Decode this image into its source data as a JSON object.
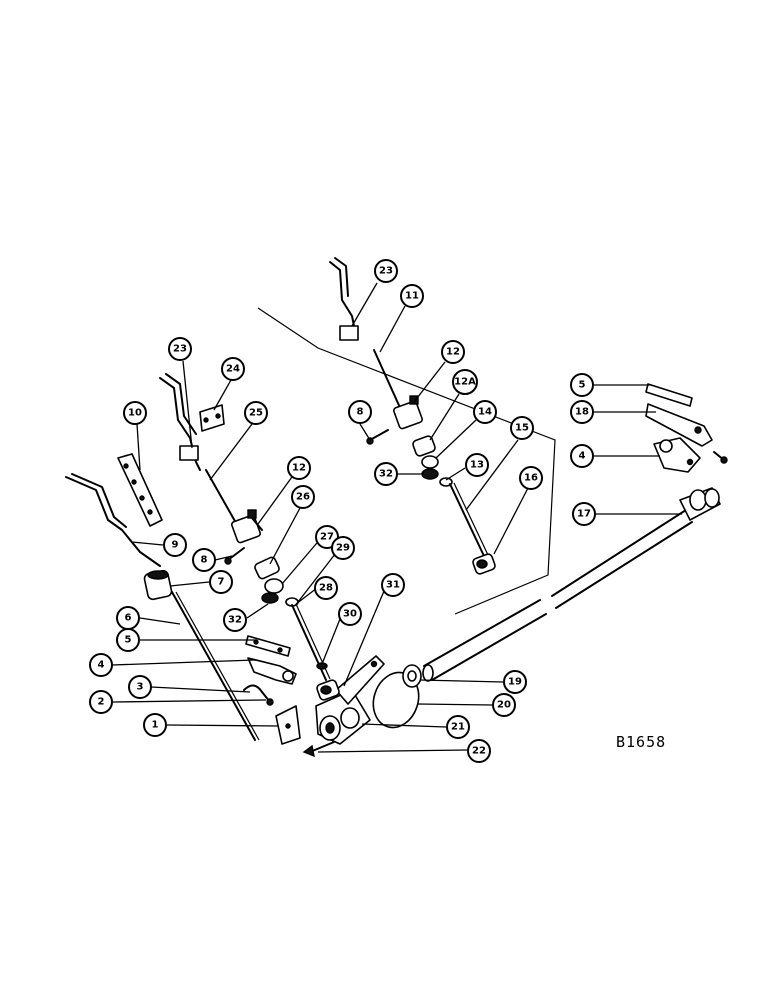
{
  "figure_code": "B1658",
  "callouts": [
    {
      "id": "c23a",
      "label": "23"
    },
    {
      "id": "c11",
      "label": "11"
    },
    {
      "id": "c12a",
      "label": "12"
    },
    {
      "id": "c12A",
      "label": "12A"
    },
    {
      "id": "c8a",
      "label": "8"
    },
    {
      "id": "c14",
      "label": "14"
    },
    {
      "id": "c15",
      "label": "15"
    },
    {
      "id": "c32a",
      "label": "32"
    },
    {
      "id": "c13",
      "label": "13"
    },
    {
      "id": "c16",
      "label": "16"
    },
    {
      "id": "c5a",
      "label": "5"
    },
    {
      "id": "c18",
      "label": "18"
    },
    {
      "id": "c4a",
      "label": "4"
    },
    {
      "id": "c17",
      "label": "17"
    },
    {
      "id": "c23b",
      "label": "23"
    },
    {
      "id": "c24",
      "label": "24"
    },
    {
      "id": "c10",
      "label": "10"
    },
    {
      "id": "c25",
      "label": "25"
    },
    {
      "id": "c12b",
      "label": "12"
    },
    {
      "id": "c26",
      "label": "26"
    },
    {
      "id": "c9",
      "label": "9"
    },
    {
      "id": "c8b",
      "label": "8"
    },
    {
      "id": "c27",
      "label": "27"
    },
    {
      "id": "c29",
      "label": "29"
    },
    {
      "id": "c7",
      "label": "7"
    },
    {
      "id": "c28",
      "label": "28"
    },
    {
      "id": "c32b",
      "label": "32"
    },
    {
      "id": "c31",
      "label": "31"
    },
    {
      "id": "c6",
      "label": "6"
    },
    {
      "id": "c30",
      "label": "30"
    },
    {
      "id": "c5b",
      "label": "5"
    },
    {
      "id": "c4b",
      "label": "4"
    },
    {
      "id": "c19",
      "label": "19"
    },
    {
      "id": "c3",
      "label": "3"
    },
    {
      "id": "c2",
      "label": "2"
    },
    {
      "id": "c20",
      "label": "20"
    },
    {
      "id": "c1",
      "label": "1"
    },
    {
      "id": "c21",
      "label": "21"
    },
    {
      "id": "c22",
      "label": "22"
    }
  ]
}
